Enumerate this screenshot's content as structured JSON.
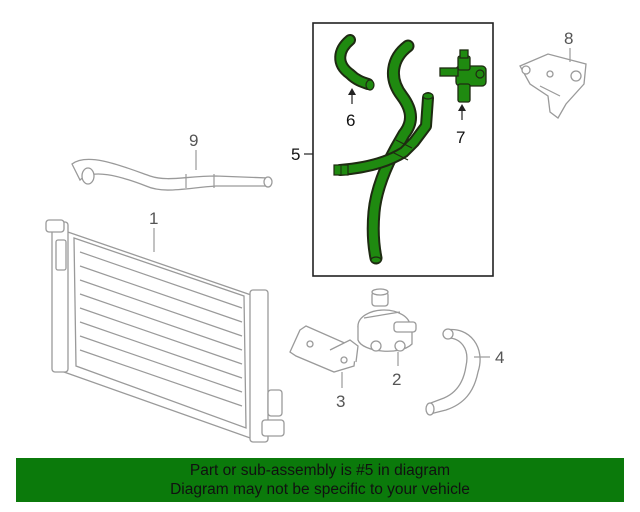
{
  "callouts": {
    "c1": "1",
    "c2": "2",
    "c3": "3",
    "c4": "4",
    "c5": "5",
    "c6": "6",
    "c7": "7",
    "c8": "8",
    "c9": "9"
  },
  "banner": {
    "line1": "Part or sub-assembly is #5 in diagram",
    "line2": "Diagram may not be specific to your vehicle",
    "color": "#0b7a0b"
  },
  "highlight_color": "#1f8a10"
}
